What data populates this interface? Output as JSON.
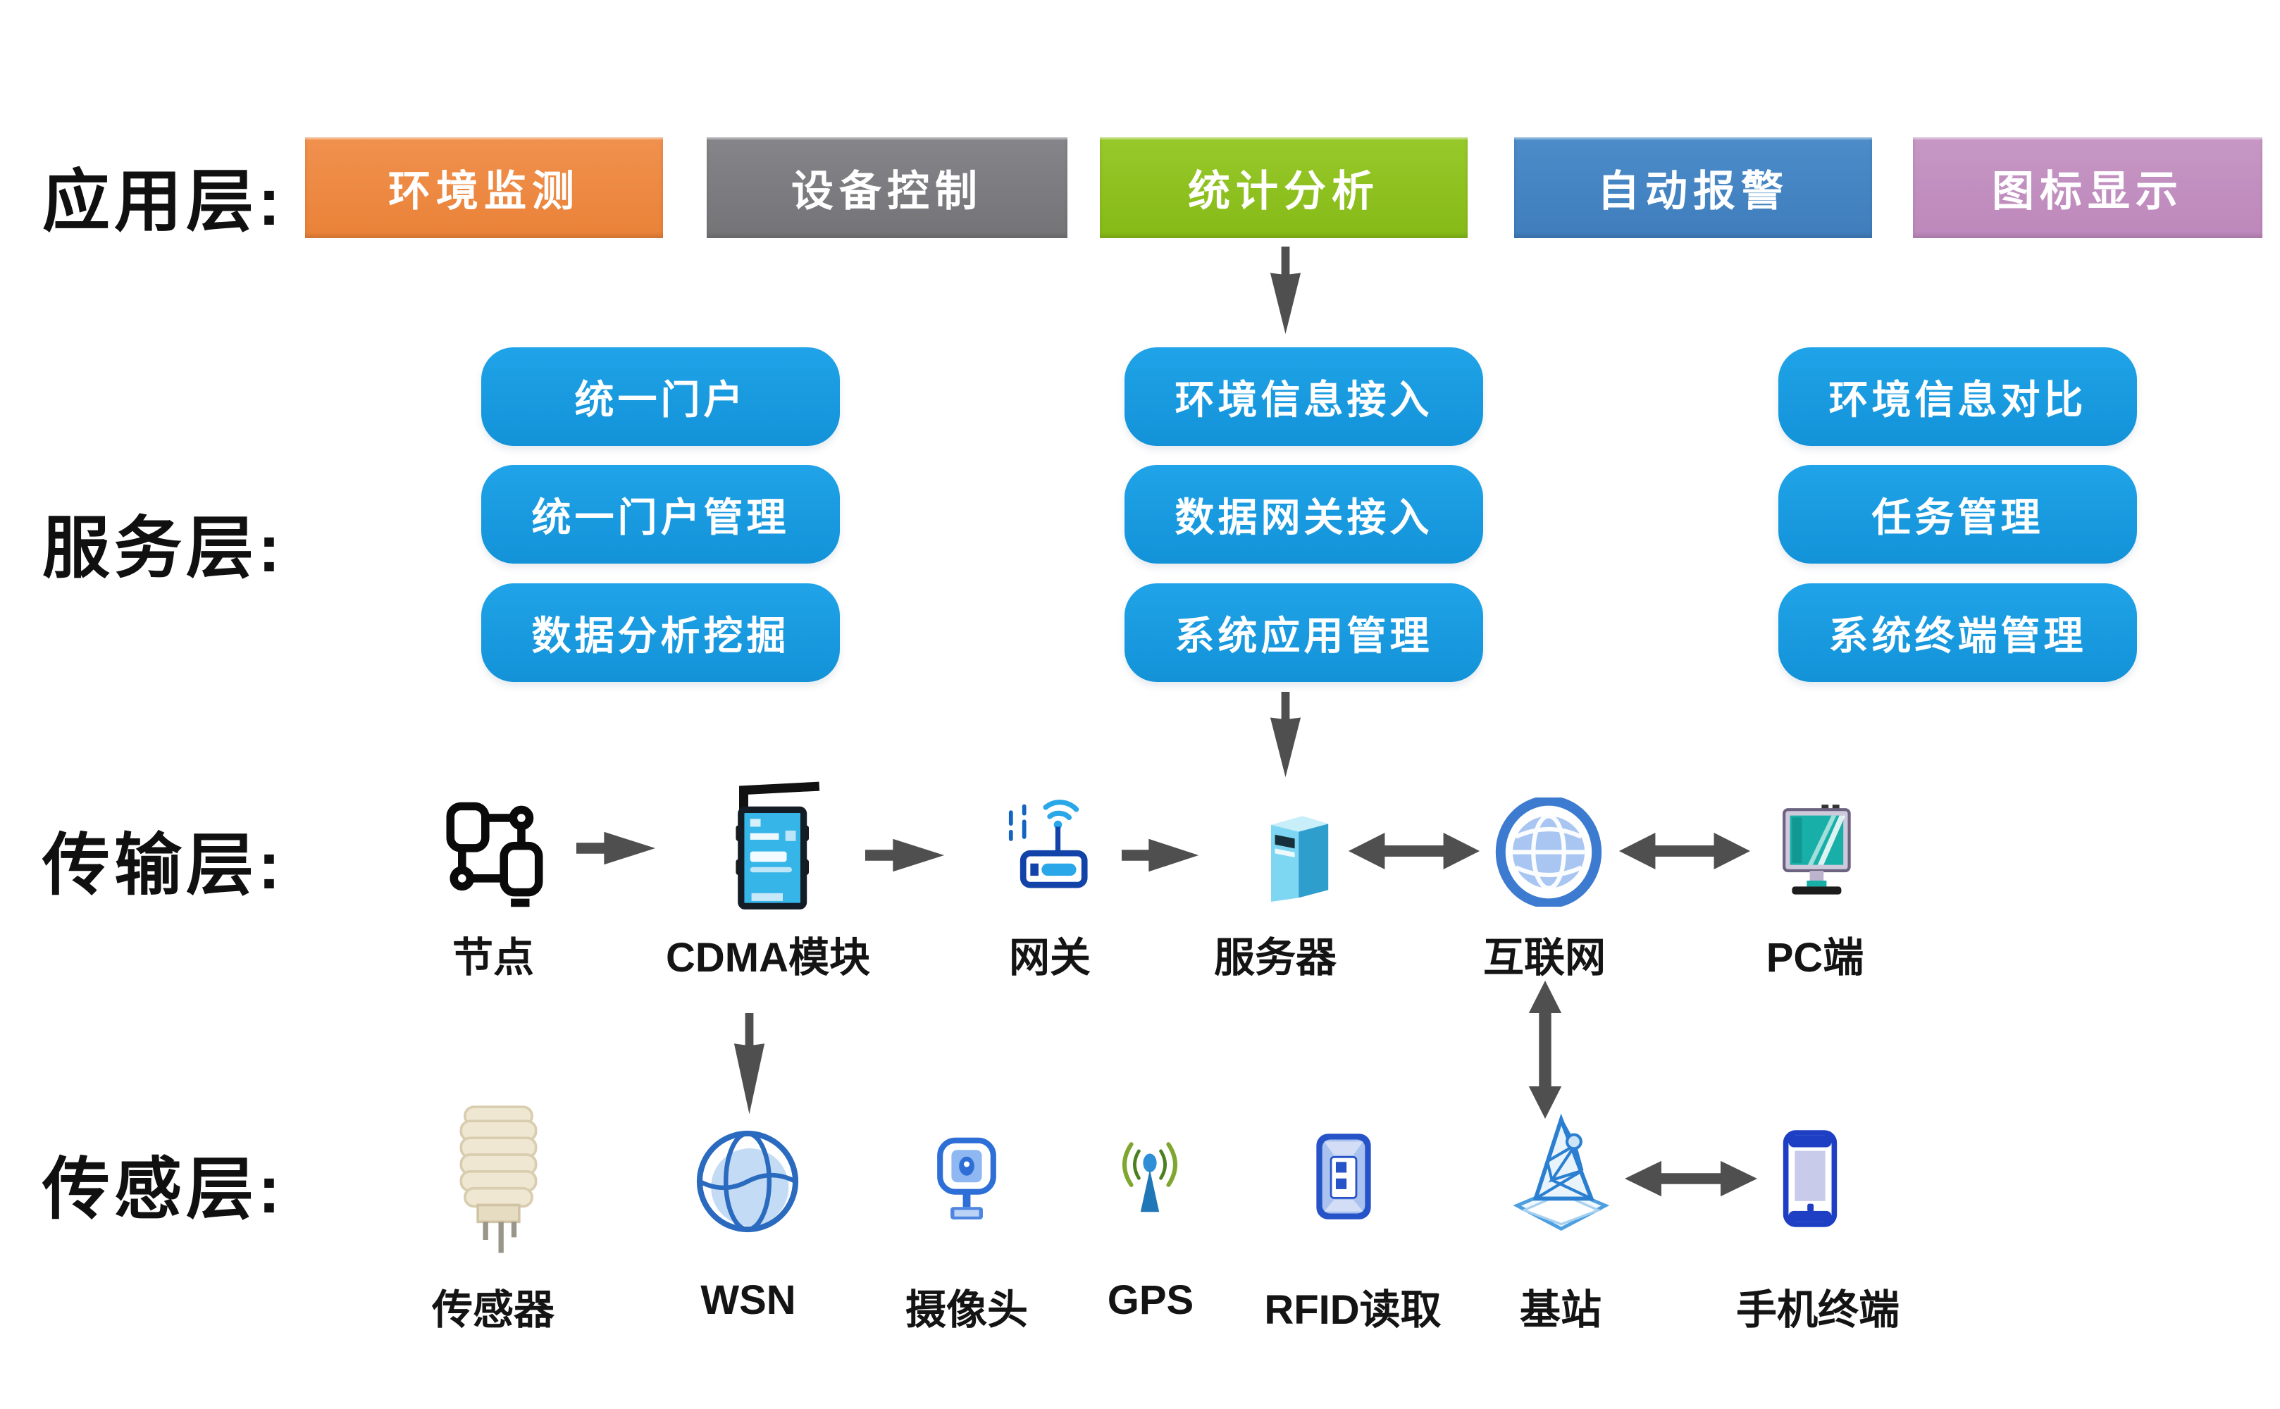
{
  "layers": {
    "application": {
      "label": "应用层:",
      "boxes": [
        {
          "label": "环境监测",
          "color": "#ED8743"
        },
        {
          "label": "设备控制",
          "color": "#7B7B7D"
        },
        {
          "label": "统计分析",
          "color": "#8FC321"
        },
        {
          "label": "自动报警",
          "color": "#4484C2"
        },
        {
          "label": "图标显示",
          "color": "#C291C0"
        }
      ]
    },
    "service": {
      "label": "服务层:",
      "box_color": "#1797DF",
      "boxes": [
        {
          "label": "统一门户"
        },
        {
          "label": "环境信息接入"
        },
        {
          "label": "环境信息对比"
        },
        {
          "label": "统一门户管理"
        },
        {
          "label": "数据网关接入"
        },
        {
          "label": "任务管理"
        },
        {
          "label": "数据分析挖掘"
        },
        {
          "label": "系统应用管理"
        },
        {
          "label": "系统终端管理"
        }
      ]
    },
    "transmission": {
      "label": "传输层:",
      "nodes": [
        {
          "label": "节点",
          "icon": "node-icon"
        },
        {
          "label": "CDMA模块",
          "icon": "cdma-module-icon"
        },
        {
          "label": "网关",
          "icon": "gateway-icon"
        },
        {
          "label": "服务器",
          "icon": "server-icon"
        },
        {
          "label": "互联网",
          "icon": "internet-icon"
        },
        {
          "label": "PC端",
          "icon": "pc-icon"
        }
      ]
    },
    "sensing": {
      "label": "传感层:",
      "nodes": [
        {
          "label": "传感器",
          "icon": "sensor-icon"
        },
        {
          "label": "WSN",
          "icon": "wsn-icon"
        },
        {
          "label": "摄像头",
          "icon": "camera-icon"
        },
        {
          "label": "GPS",
          "icon": "gps-icon"
        },
        {
          "label": "RFID读取",
          "icon": "rfid-icon"
        },
        {
          "label": "基站",
          "icon": "base-station-icon"
        },
        {
          "label": "手机终端",
          "icon": "mobile-phone-icon"
        }
      ]
    }
  },
  "connections": [
    {
      "from": "统计分析",
      "to": "环境信息接入",
      "type": "down"
    },
    {
      "from": "系统应用管理",
      "to": "服务器",
      "type": "down"
    },
    {
      "from": "节点",
      "to": "CDMA模块",
      "type": "right"
    },
    {
      "from": "CDMA模块",
      "to": "网关",
      "type": "right"
    },
    {
      "from": "网关",
      "to": "服务器",
      "type": "right"
    },
    {
      "from": "服务器",
      "to": "互联网",
      "type": "bidirectional"
    },
    {
      "from": "互联网",
      "to": "PC端",
      "type": "bidirectional"
    },
    {
      "from": "CDMA模块",
      "to": "WSN",
      "type": "down"
    },
    {
      "from": "互联网",
      "to": "基站",
      "type": "bidirectional-vertical"
    },
    {
      "from": "基站",
      "to": "手机终端",
      "type": "bidirectional"
    }
  ],
  "colors": {
    "background": "#FFFFFF",
    "arrow": "#4F4F4F",
    "label_text": "#101010",
    "box_text": "#FFFFFF"
  }
}
